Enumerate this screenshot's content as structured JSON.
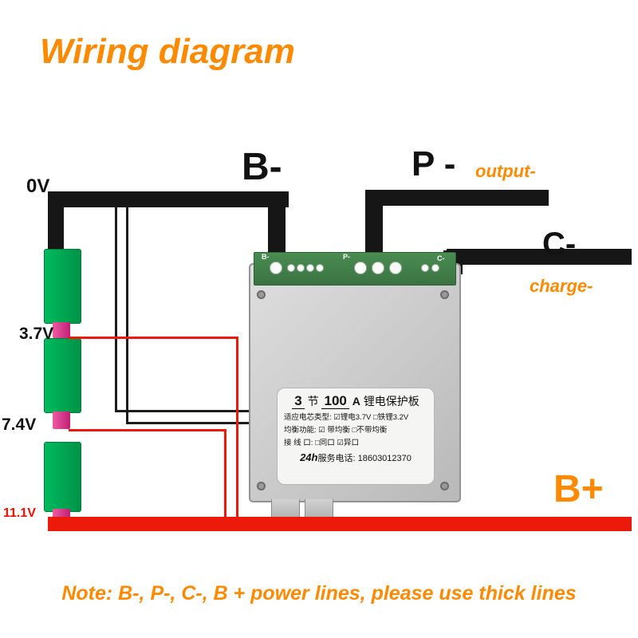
{
  "title": "Wiring diagram",
  "terminals": {
    "b_minus": "B-",
    "p_minus": "P -",
    "c_minus": "C-",
    "b_plus": "B+",
    "output": "output-",
    "charge": "charge-"
  },
  "voltages": {
    "v0": "0V",
    "v1": "3.7V",
    "v2": "7.4V",
    "v3": "11.1V"
  },
  "strip": {
    "b_minus": "B-",
    "p_minus": "P-",
    "c_minus": "C-"
  },
  "spec_label": {
    "cells_count": "3",
    "cells_unit": "节",
    "current": "100",
    "current_unit": "A",
    "product": "锂电保护板",
    "line_cell_type": "适应电芯类型: ☑锂电3.7V  □铁锂3.2V",
    "line_balance": "均衡功能: ☑ 带均衡  □不带均衡",
    "line_port": "接 线 口: □同口  ☑异口",
    "service_prefix": "24h",
    "service_rest": "服务电话: 18603012370"
  },
  "note": "Note: B-, P-, C-, B + power lines, please use thick lines",
  "colors": {
    "orange": "#ff8a00",
    "red": "#ec1a0a",
    "green": "#00a651",
    "pink": "#d63384"
  }
}
